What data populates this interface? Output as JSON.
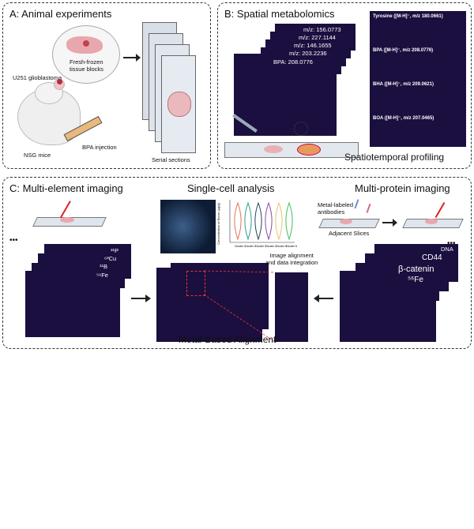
{
  "panelA": {
    "title": "A:  Animal experiments",
    "glioblastoma": "U251 glioblastoma",
    "tissue": "Fresh-frozen\ntissue blocks",
    "mice": "NSG mice",
    "injection": "BPA injection",
    "sections": "Serial sections"
  },
  "panelB": {
    "title": "B:  Spatial metabolomics",
    "mz": [
      "m/z: 156.0773",
      "m/z: 227.1144",
      "m/z: 146.1655",
      "m/z: 203.2236",
      "BPA: 208.0776"
    ],
    "profiles": [
      "Tyrosine ([M-H]⁻, m/z 180.0661)",
      "BPA ([M-H]⁻, m/z 208.0776)",
      "BHA ([M-H]⁻, m/z 209.0621)",
      "BOA ([M-H]⁻, m/z 207.0465)"
    ],
    "profiling": "Spatiotemporal profiling"
  },
  "panelC": {
    "title": "C:  Multi-element imaging",
    "single_cell": "Single-cell analysis",
    "multi_protein": "Multi-protein imaging",
    "elements": [
      "³¹P",
      "⁶³Cu",
      "¹¹B",
      "⁵⁶Fe"
    ],
    "metal_antibodies": "Metal-labeled\nantibodies",
    "adjacent": "Adjacent Slices",
    "alignment_note": "Image alignment\nand data integration",
    "proteins": [
      "DNA",
      "CD44",
      "β-catenin",
      "⁵⁶Fe"
    ],
    "alignment": "Metal-Based Alignment",
    "violin_ylabel": "Concentration of Boron (μg/g)",
    "violin_x": [
      "Cluster 1",
      "Cluster 2",
      "Cluster 3",
      "Cluster 4",
      "Cluster 5",
      "Cluster 6"
    ]
  },
  "ellipsis": "•••",
  "colors": {
    "dark_plot": "#1b0f3f",
    "violin": [
      "#e76f51",
      "#2a9d8f",
      "#264653",
      "#8e44ad",
      "#e9c46a",
      "#3fbf5a"
    ]
  }
}
